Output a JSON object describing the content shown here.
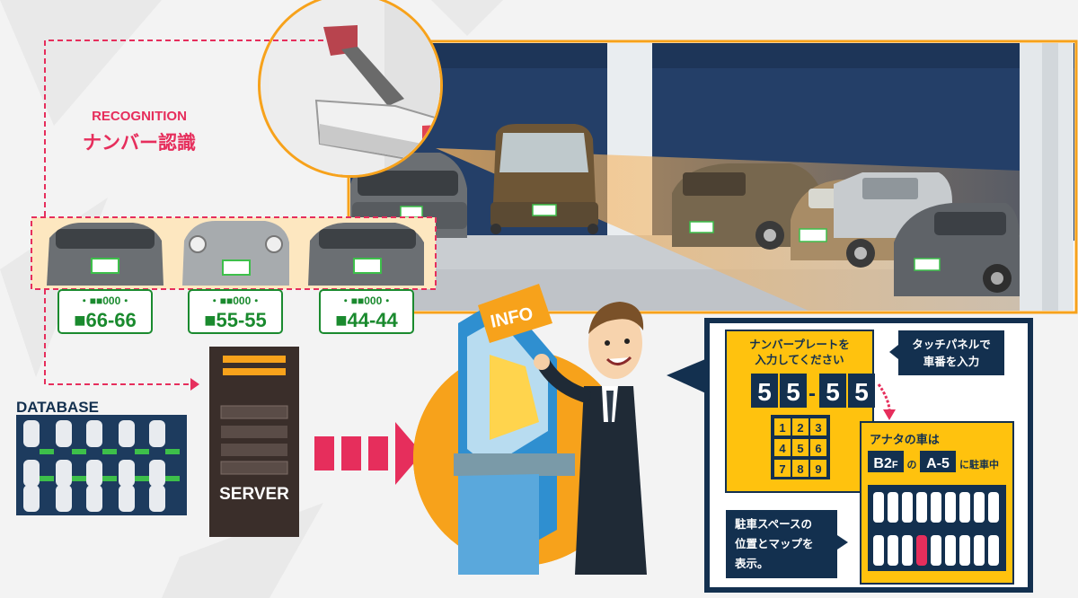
{
  "recognition": {
    "label_en": "RECOGNITION",
    "label_jp": "ナンバー認識"
  },
  "plates": [
    {
      "top": "・■■000・",
      "num": "■66-66"
    },
    {
      "top": "・■■000・",
      "num": "■55-55"
    },
    {
      "top": "・■■000・",
      "num": "■44-44"
    }
  ],
  "database": {
    "label": "DATABASE"
  },
  "server": {
    "label": "SERVER"
  },
  "kiosk": {
    "sign": "INFO"
  },
  "panel": {
    "input_title_line1": "ナンバープレートを",
    "input_title_line2": "入力してください",
    "digits": [
      "5",
      "5",
      "5",
      "5"
    ],
    "dash": "-",
    "keypad": [
      "1",
      "2",
      "3",
      "4",
      "5",
      "6",
      "7",
      "8",
      "9"
    ],
    "touch_note_line1": "タッチパネルで",
    "touch_note_line2": "車番を入力",
    "result_line1": "アナタの車は",
    "floor": "B2",
    "floor_suffix": "F",
    "no": "の",
    "spot": "A-5",
    "parked": "に駐車中",
    "map_note_line1": "駐車スペースの",
    "map_note_line2": "位置とマップを",
    "map_note_line3": "表示。"
  },
  "colors": {
    "accent_orange": "#f7a21b",
    "recognition_red": "#e62e5c",
    "navy": "#13304f",
    "yellow": "#ffc20e",
    "plate_green": "#1a8a2e",
    "kiosk_blue": "#2f8fd0"
  }
}
